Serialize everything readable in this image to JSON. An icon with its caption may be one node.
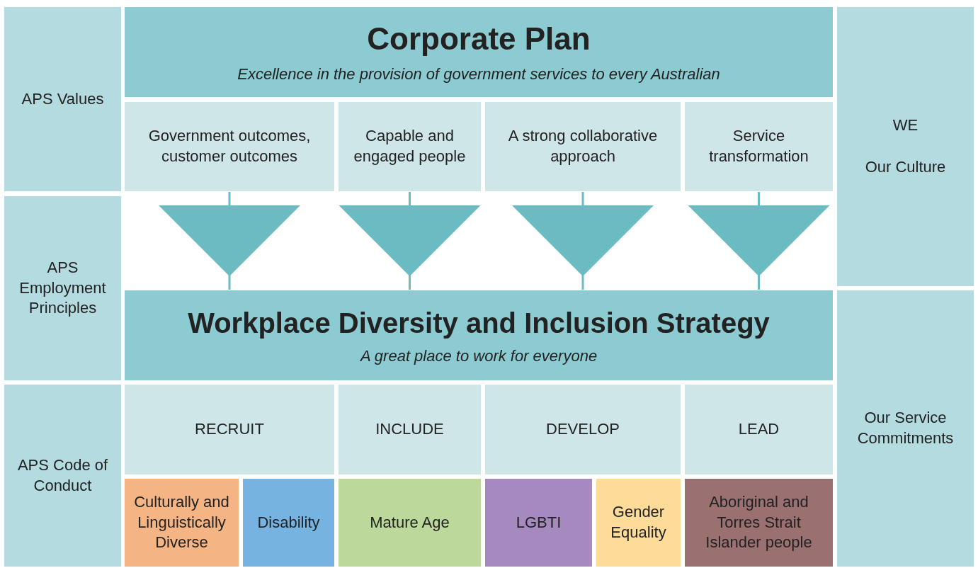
{
  "diagram": {
    "nodes": [
      {
        "text": [
          "APS Values"
        ]
      },
      {
        "text": [
          "Corporate Plan",
          "Excellence in the provision of government services to every Australian"
        ]
      },
      {
        "text": [
          "Government outcomes, customer outcomes"
        ]
      },
      {
        "text": [
          "Capable and engaged people"
        ]
      },
      {
        "text": [
          "A strong collaborative approach"
        ]
      },
      {
        "text": [
          "Service transformation"
        ]
      },
      {
        "text": [
          "WE",
          "Our Culture"
        ]
      },
      {
        "text": [
          "APS Employment Principles"
        ]
      },
      {
        "text": [
          "Workplace Diversity and Inclusion Strategy",
          "A great place to work for everyone"
        ]
      },
      {
        "text": [
          "Our Service Commitments"
        ]
      },
      {
        "text": [
          "APS Code of Conduct"
        ]
      },
      {
        "text": [
          "RECRUIT"
        ]
      },
      {
        "text": [
          "INCLUDE"
        ]
      },
      {
        "text": [
          "DEVELOP"
        ]
      },
      {
        "text": [
          "LEAD"
        ]
      },
      {
        "text": [
          "Culturally and Linguistically Diverse"
        ]
      },
      {
        "text": [
          "Disability"
        ]
      },
      {
        "text": [
          "Mature Age"
        ]
      },
      {
        "text": [
          "LGBTI"
        ]
      },
      {
        "text": [
          "Gender Equality"
        ]
      },
      {
        "text": [
          "Aboriginal and Torres Strait Islander people"
        ]
      }
    ],
    "edges": [
      {
        "from": 2,
        "to": 8,
        "arrow": "to"
      },
      {
        "from": 3,
        "to": 8,
        "arrow": "to"
      },
      {
        "from": 4,
        "to": 8,
        "arrow": "to"
      },
      {
        "from": 5,
        "to": 8,
        "arrow": "to"
      }
    ]
  }
}
